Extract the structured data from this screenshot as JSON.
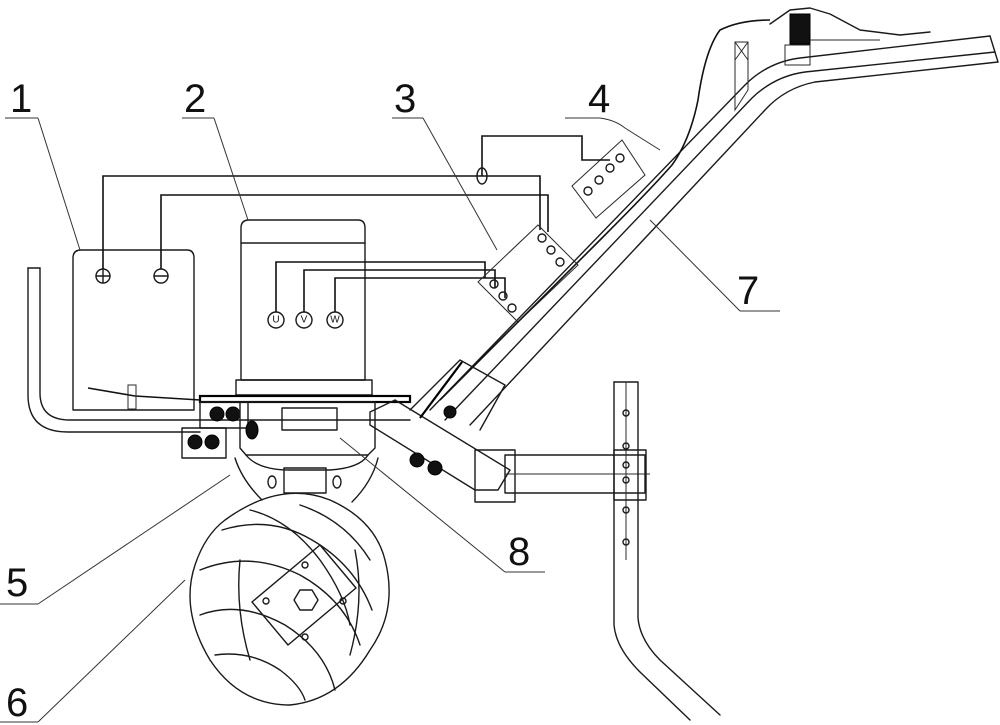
{
  "figure": {
    "type": "mechanical-schematic",
    "subject": "electric walk-behind cultivator with mecanum wheel"
  },
  "callouts": [
    {
      "id": "1",
      "label": "1",
      "target": "battery-box"
    },
    {
      "id": "2",
      "label": "2",
      "target": "motor"
    },
    {
      "id": "3",
      "label": "3",
      "target": "motor-controller"
    },
    {
      "id": "4",
      "label": "4",
      "target": "control-switch-box"
    },
    {
      "id": "5",
      "label": "5",
      "target": "gear-reducer-housing"
    },
    {
      "id": "6",
      "label": "6",
      "target": "mecanum-wheel"
    },
    {
      "id": "7",
      "label": "7",
      "target": "handle-frame"
    },
    {
      "id": "8",
      "label": "8",
      "target": "reducer-output"
    }
  ],
  "battery": {
    "positive_symbol": "+",
    "negative_symbol": "−"
  },
  "motor": {
    "terminals": [
      "U",
      "V",
      "W"
    ]
  }
}
